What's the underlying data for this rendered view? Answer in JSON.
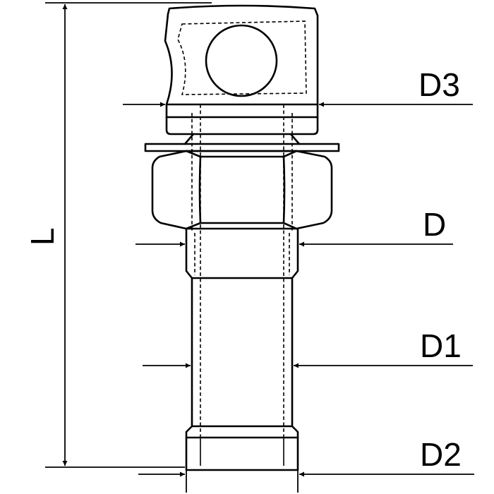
{
  "diagram": {
    "labels": {
      "d3": "D3",
      "d": "D",
      "d1": "D1",
      "d2": "D2",
      "l": "L"
    }
  }
}
